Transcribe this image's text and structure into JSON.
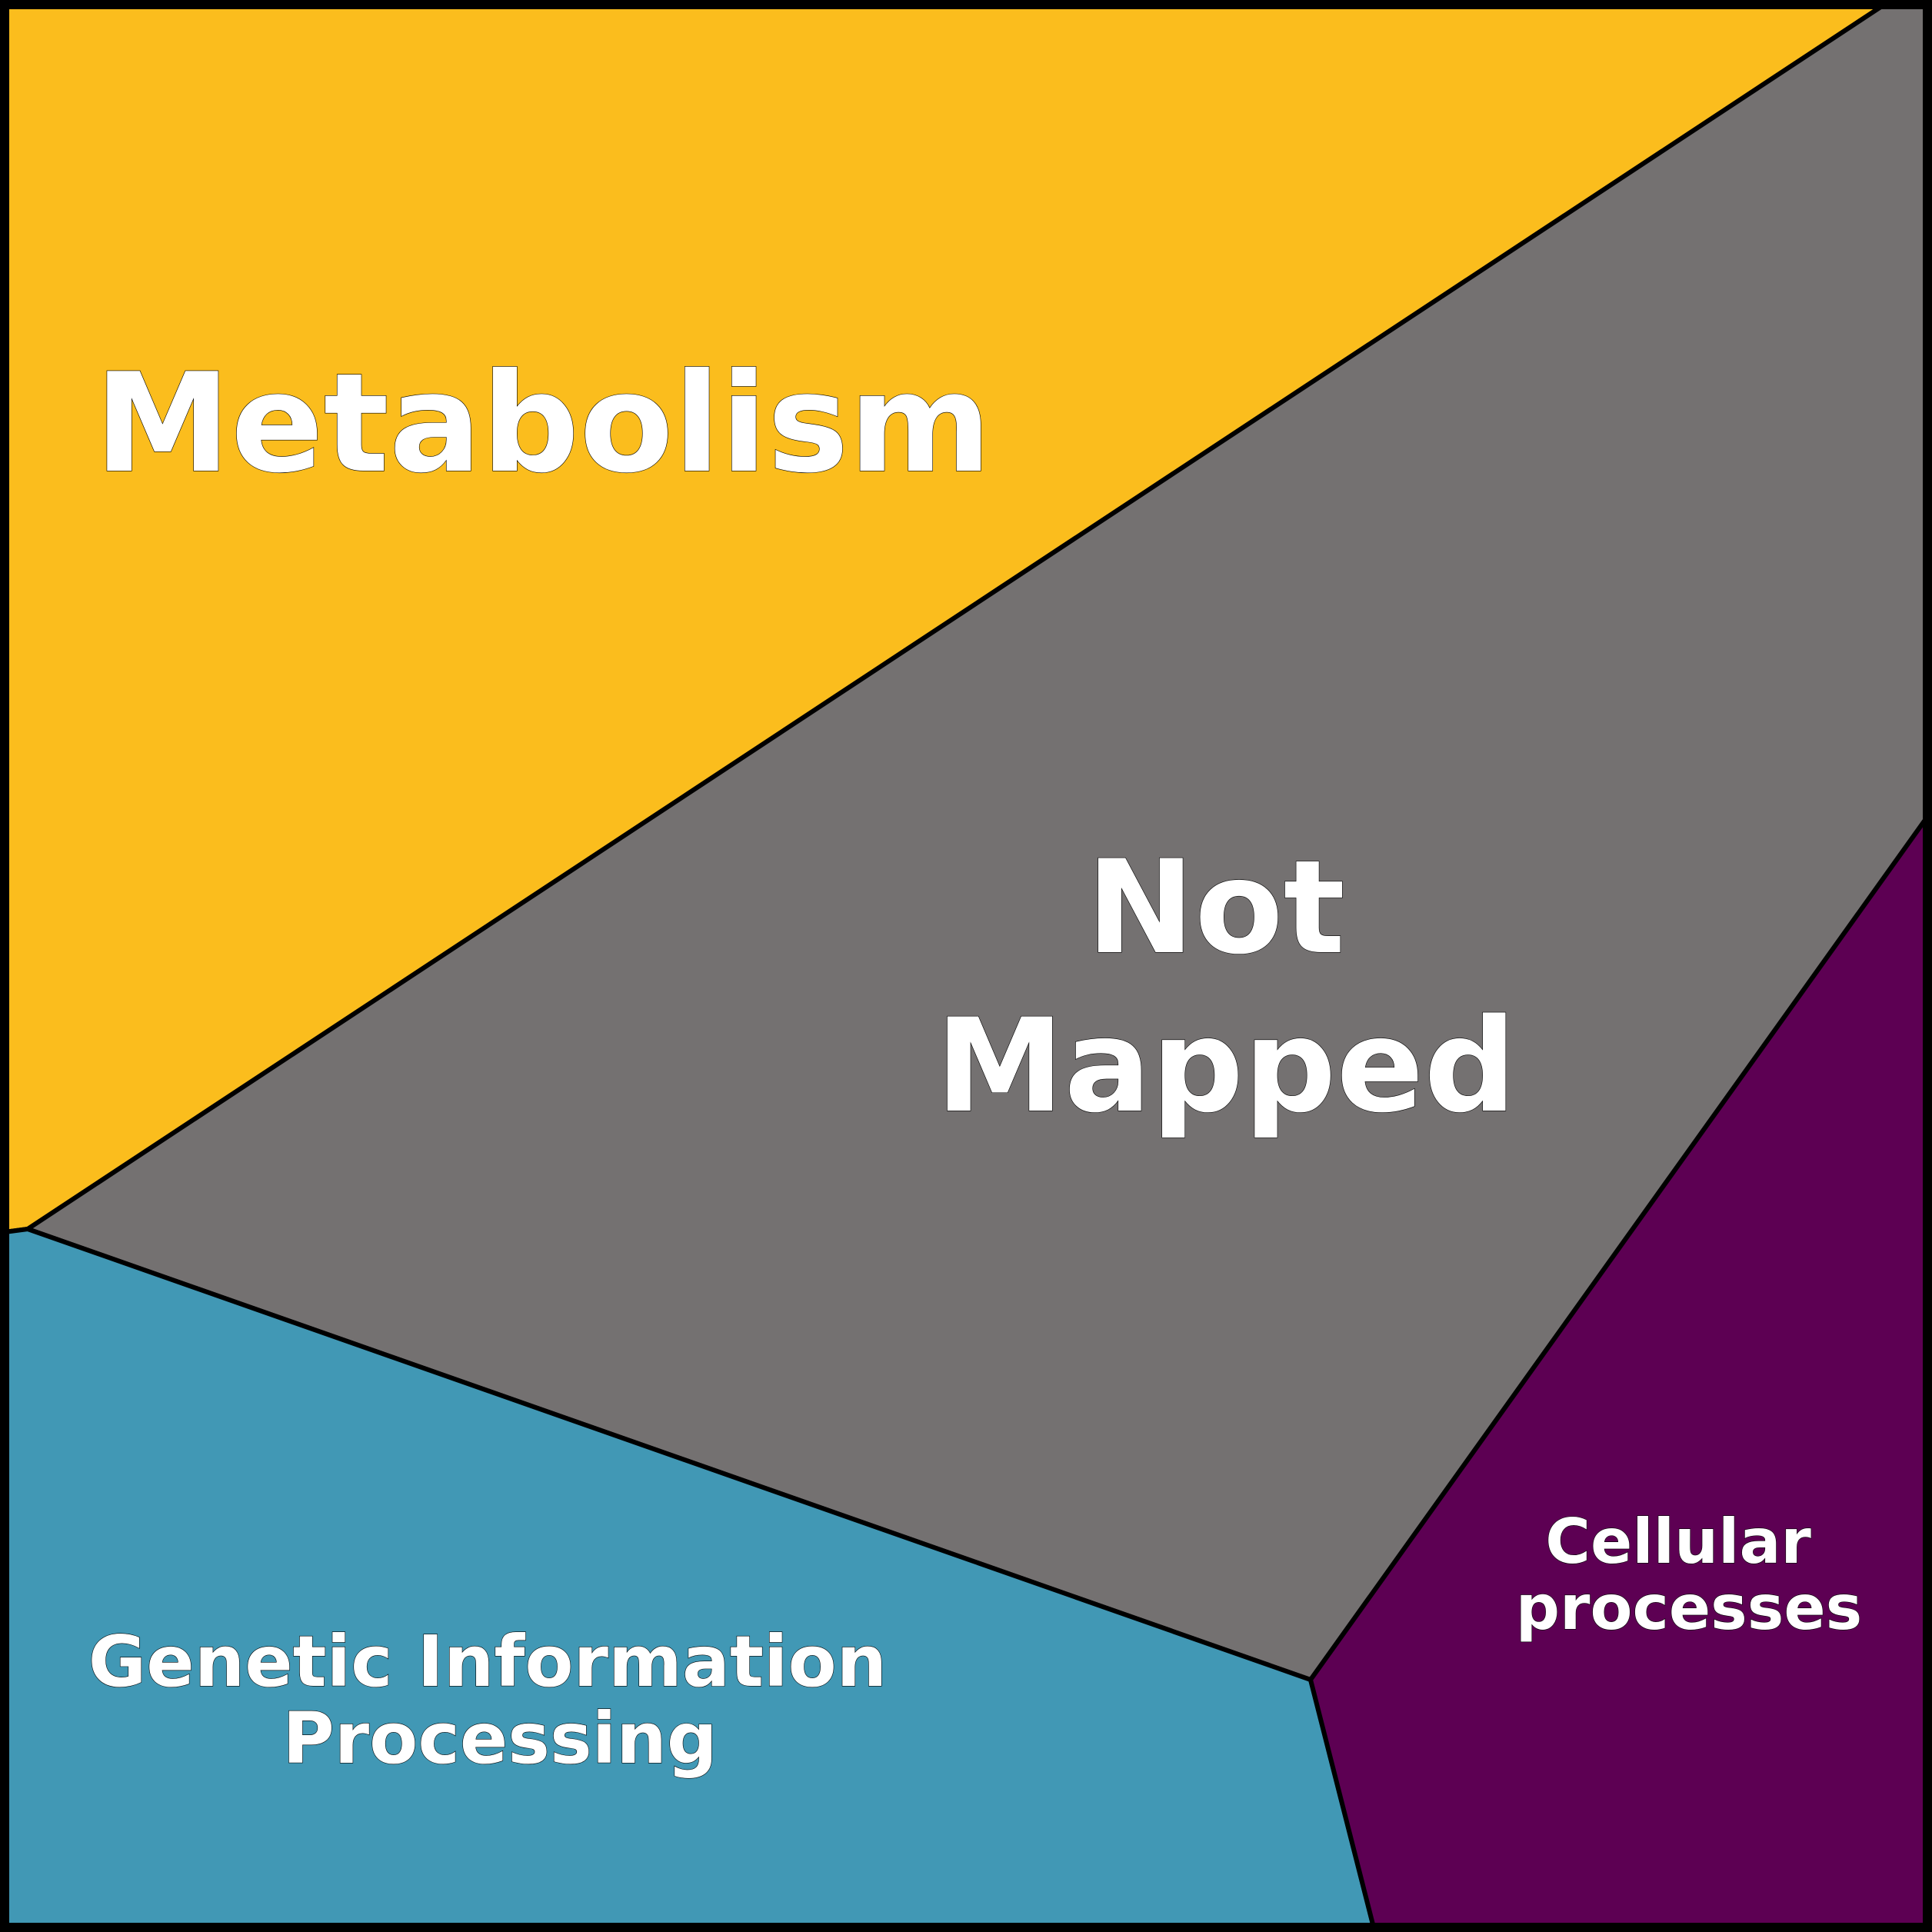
{
  "diagram": {
    "regions": [
      {
        "id": "metabolism",
        "label_lines": [
          "Metabolism"
        ],
        "color": "#FBBD1D"
      },
      {
        "id": "not-mapped",
        "label_lines": [
          "Not",
          "Mapped"
        ],
        "color": "#747171"
      },
      {
        "id": "genetic-information-processing",
        "label_lines": [
          "Genetic Information",
          "Processing"
        ],
        "color": "#4198B5"
      },
      {
        "id": "cellular-processes",
        "label_lines": [
          "Cellular",
          "processes"
        ],
        "color": "#5D0053"
      }
    ],
    "border_color": "#000000",
    "label_color": "#FFFFFF"
  }
}
